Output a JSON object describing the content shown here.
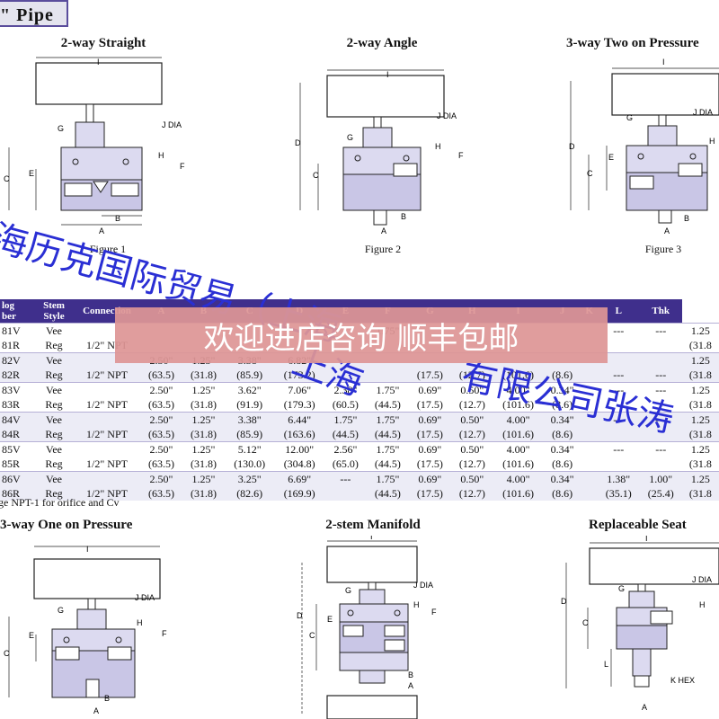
{
  "header": {
    "title": "\" Pipe"
  },
  "figures": {
    "fig1": {
      "title": "2-way Straight",
      "caption": "Figure 1"
    },
    "fig2": {
      "title": "2-way Angle",
      "caption": "Figure 2"
    },
    "fig3": {
      "title": "3-way Two on Pressure",
      "caption": "Figure 3"
    },
    "fig4": {
      "title": "3-way One on Pressure"
    },
    "fig5": {
      "title": "2-stem Manifold"
    },
    "fig6": {
      "title": "Replaceable Seat"
    }
  },
  "dim_labels": {
    "i": "I",
    "g": "G",
    "j": "J DIA",
    "h": "H",
    "f": "F",
    "e": "E",
    "c": "C",
    "d": "D",
    "a": "A",
    "b": "B",
    "l": "L",
    "khex": "K HEX"
  },
  "table": {
    "headers": [
      "log\nber",
      "Stem\nStyle",
      "Connection",
      "A",
      "B",
      "C",
      "D",
      "E",
      "F",
      "G",
      "H",
      "I",
      "J",
      "K",
      "L",
      "Thk"
    ],
    "rows": [
      [
        [
          "81V",
          "Vee",
          "",
          "",
          "",
          "",
          "",
          "",
          "1.75\"",
          "",
          "",
          "",
          "",
          "",
          "---",
          "---",
          "1.25"
        ],
        [
          "81R",
          "Reg",
          "1/2\" NPT",
          "",
          "",
          "",
          "",
          "",
          "",
          "",
          "",
          "",
          "",
          "",
          "",
          "",
          "(31.8"
        ]
      ],
      [
        [
          "82V",
          "Vee",
          "",
          "2.50\"",
          "1.25\"",
          "3.38\"",
          "6.82\"",
          "",
          "",
          "",
          "",
          "",
          "",
          "",
          "",
          "",
          "1.25"
        ],
        [
          "82R",
          "Reg",
          "1/2\" NPT",
          "(63.5)",
          "(31.8)",
          "(85.9)",
          "(173.2)",
          "",
          "",
          "(17.5)",
          "(12.7)",
          "(101.6)",
          "(8.6)",
          "",
          "---",
          "---",
          "(31.8"
        ]
      ],
      [
        [
          "83V",
          "Vee",
          "",
          "2.50\"",
          "1.25\"",
          "3.62\"",
          "7.06\"",
          "2.38\"",
          "1.75\"",
          "0.69\"",
          "0.50\"",
          "4.00\"",
          "0.34\"",
          "",
          "---",
          "---",
          "1.25"
        ],
        [
          "83R",
          "Reg",
          "1/2\" NPT",
          "(63.5)",
          "(31.8)",
          "(91.9)",
          "(179.3)",
          "(60.5)",
          "(44.5)",
          "(17.5)",
          "(12.7)",
          "(101.6)",
          "(8.6)",
          "",
          "",
          "",
          "(31.8"
        ]
      ],
      [
        [
          "84V",
          "Vee",
          "",
          "2.50\"",
          "1.25\"",
          "3.38\"",
          "6.44\"",
          "1.75\"",
          "1.75\"",
          "0.69\"",
          "0.50\"",
          "4.00\"",
          "0.34\"",
          "",
          "---",
          "---",
          "1.25"
        ],
        [
          "84R",
          "Reg",
          "1/2\" NPT",
          "(63.5)",
          "(31.8)",
          "(85.9)",
          "(163.6)",
          "(44.5)",
          "(44.5)",
          "(17.5)",
          "(12.7)",
          "(101.6)",
          "(8.6)",
          "",
          "",
          "",
          "(31.8"
        ]
      ],
      [
        [
          "85V",
          "Vee",
          "",
          "2.50\"",
          "1.25\"",
          "5.12\"",
          "12.00\"",
          "2.56\"",
          "1.75\"",
          "0.69\"",
          "0.50\"",
          "4.00\"",
          "0.34\"",
          "",
          "---",
          "---",
          "1.25"
        ],
        [
          "85R",
          "Reg",
          "1/2\" NPT",
          "(63.5)",
          "(31.8)",
          "(130.0)",
          "(304.8)",
          "(65.0)",
          "(44.5)",
          "(17.5)",
          "(12.7)",
          "(101.6)",
          "(8.6)",
          "",
          "",
          "",
          "(31.8"
        ]
      ],
      [
        [
          "86V",
          "Vee",
          "",
          "2.50\"",
          "1.25\"",
          "3.25\"",
          "6.69\"",
          "---",
          "1.75\"",
          "0.69\"",
          "0.50\"",
          "4.00\"",
          "0.34\"",
          "",
          "1.38\"",
          "1.00\"",
          "1.25"
        ],
        [
          "86R",
          "Reg",
          "1/2\" NPT",
          "(63.5)",
          "(31.8)",
          "(82.6)",
          "(169.9)",
          "",
          "(44.5)",
          "(17.5)",
          "(12.7)",
          "(101.6)",
          "(8.6)",
          "",
          "(35.1)",
          "(25.4)",
          "(31.8"
        ]
      ]
    ]
  },
  "footnote": "ge NPT-1 for orifice and Cv",
  "overlay": {
    "banner": "欢迎进店咨询  顺丰包邮",
    "watermark_left": "海历克国际贸易（上海",
    "watermark_mid": "上海",
    "watermark_right": "有限公司张涛"
  },
  "colors": {
    "header_bg": "#3f2f8c",
    "row_alt": "#ececf6",
    "body_fill": "#dcdaf0",
    "watermark": "#2a2fd4",
    "banner": "#de9696"
  }
}
